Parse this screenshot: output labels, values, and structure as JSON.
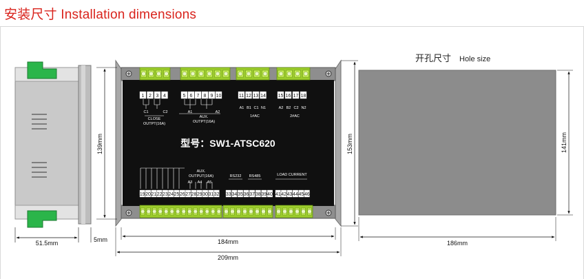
{
  "page_title": "安装尺寸 Installation dimensions",
  "hole_size_title": "开孔尺寸",
  "hole_size_title_en": "Hole size",
  "model_label": "型号：SW1-ATSC620",
  "dimensions": {
    "side_width": "51.5mm",
    "side_gap": "5mm",
    "panel_inner_width": "184mm",
    "panel_total_width": "209mm",
    "panel_inner_height": "139mm",
    "panel_total_height": "153mm",
    "hole_width": "186mm",
    "hole_height": "141mm"
  },
  "top_terminals": {
    "group1": [
      "1",
      "2",
      "3",
      "4"
    ],
    "group2": [
      "5",
      "6",
      "7",
      "8",
      "9",
      "10"
    ],
    "group3": [
      "11",
      "12",
      "13",
      "14"
    ],
    "group4": [
      "15",
      "16",
      "17",
      "18"
    ],
    "group3_labels": [
      "A1",
      "B1",
      "C1",
      "N1"
    ],
    "group4_labels": [
      "A2",
      "B2",
      "C2",
      "N2"
    ],
    "close_label_1": "CLOSE",
    "close_label_2": "OUTPT(16A)",
    "aux_label_1": "AUX.",
    "aux_label_2": "OUTPT(16A)",
    "ac1_label": "1#AC",
    "ac2_label": "2#AC",
    "c1": "C1",
    "c2": "C2",
    "a1": "A1",
    "a2": "A2"
  },
  "bottom_terminals": {
    "group1": [
      "19",
      "20",
      "21",
      "22",
      "23",
      "24",
      "25",
      "26",
      "27",
      "28",
      "29",
      "30",
      "31",
      "32"
    ],
    "group2": [
      "33",
      "34",
      "35",
      "36",
      "37",
      "38",
      "39",
      "40"
    ],
    "group3": [
      "41",
      "42",
      "43",
      "44",
      "45",
      "46"
    ],
    "aux_label_1": "AUX.",
    "aux_label_2": "OUTPUT(16A)",
    "aux_contacts": [
      "A3",
      "A4",
      "A5"
    ],
    "rs232_label": "RS232",
    "rs485_label": "RS485",
    "load_label": "LOAD CURRENT"
  },
  "colors": {
    "title": "#d9231c",
    "panel": "#101010",
    "terminal_green": "#9ccc2c",
    "connector_green": "#2bb54a",
    "rail_gray": "#9a9a9a",
    "hole_fill": "#8c8c8c"
  },
  "icons": [
    "screw-icon"
  ]
}
